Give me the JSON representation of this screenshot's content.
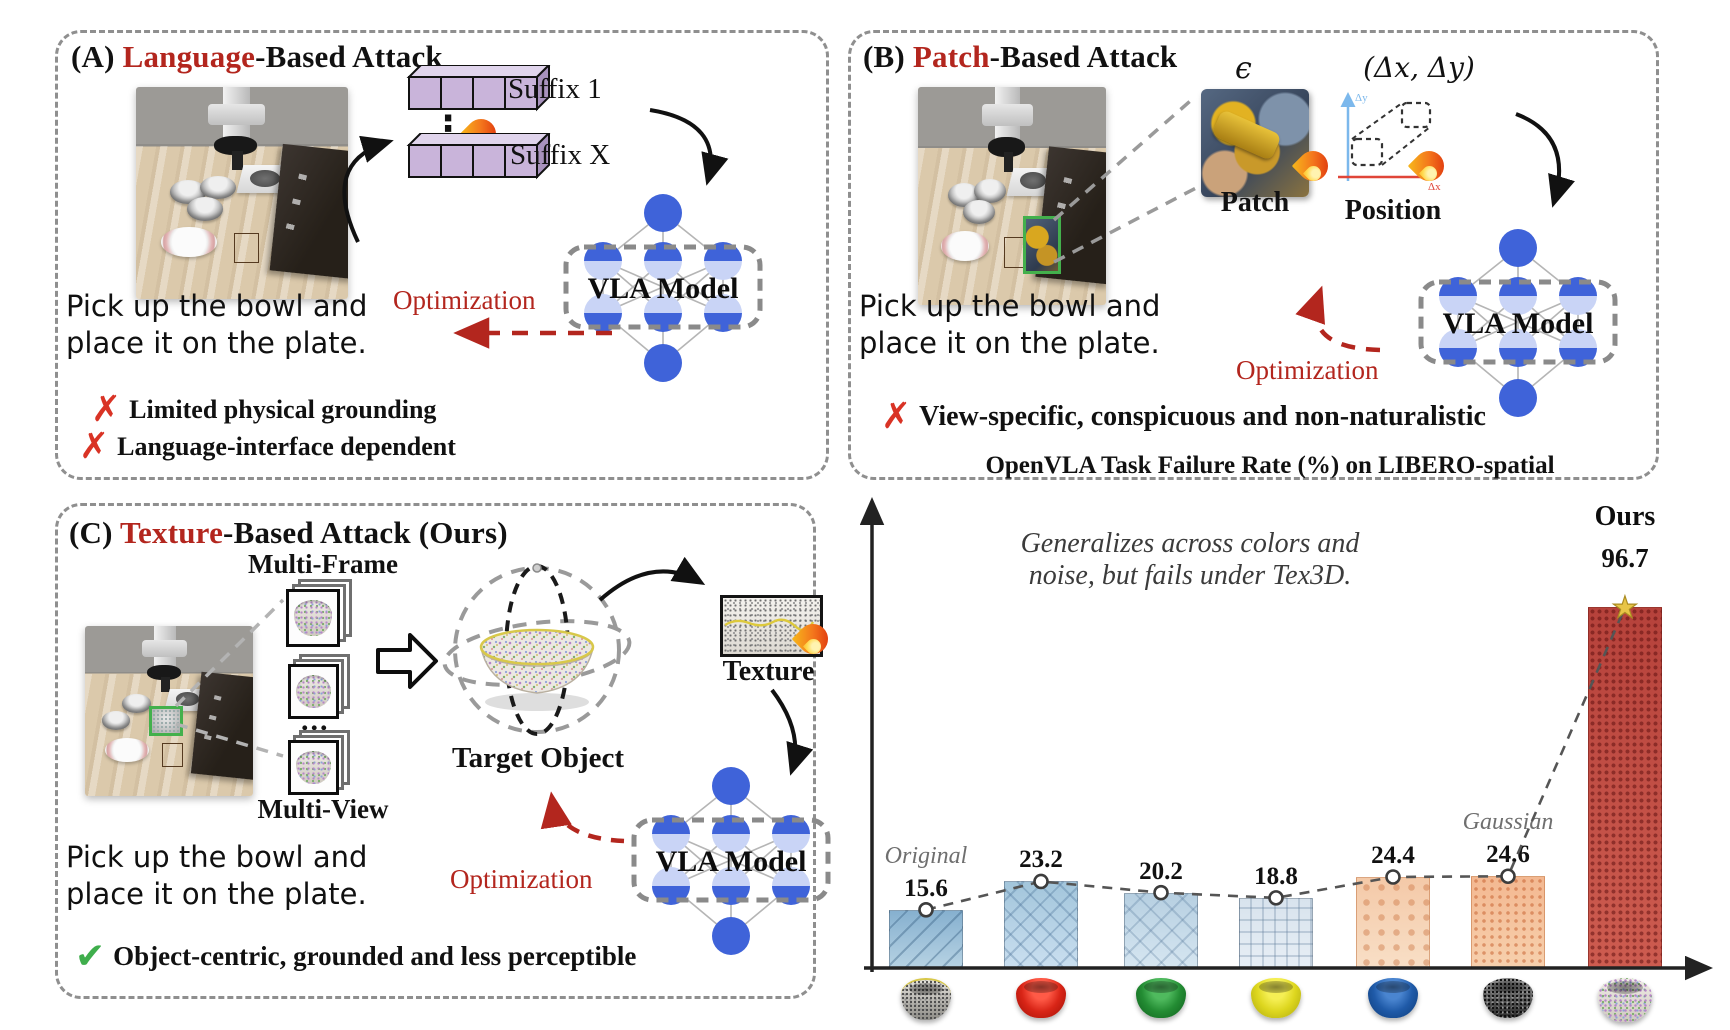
{
  "colors": {
    "accent_red": "#b3261e",
    "cross_red": "#d93325",
    "check_green": "#3fae4c",
    "node_blue": "#3f63d9",
    "node_light_blue": "#c9d4f6",
    "dashed_border_gray": "#8f8f8f",
    "star_gold": "#e8c547"
  },
  "panel_a": {
    "title_prefix": "(A) ",
    "title_highlight": "Language",
    "title_suffix": "-Based Attack",
    "suffix_first": "Suffix 1",
    "suffix_last": "Suffix X",
    "ellipsis": "⋮",
    "vla_label": "VLA Model",
    "optimization_label": "Optimization",
    "instruction": [
      "Pick up the bowl and",
      "place it on the plate."
    ],
    "cross_mark": "✗",
    "cons": [
      "Limited physical grounding",
      "Language-interface dependent"
    ]
  },
  "panel_b": {
    "title_prefix": "(B) ",
    "title_highlight": "Patch",
    "title_suffix": "-Based Attack",
    "epsilon": "ϵ",
    "offset_label": "(Δx, Δy)",
    "axis_y_label": "Δy",
    "axis_x_label": "Δx",
    "patch_label": "Patch",
    "position_label": "Position",
    "vla_label": "VLA Model",
    "optimization_label": "Optimization",
    "instruction": [
      "Pick up the bowl and",
      "place it on the plate."
    ],
    "cross_mark": "✗",
    "cons": [
      "View-specific, conspicuous and non-naturalistic"
    ]
  },
  "panel_c": {
    "title_prefix": "(C) ",
    "title_highlight": "Texture",
    "title_suffix": "-Based Attack (Ours)",
    "multiframe_label": "Multi-Frame",
    "multiview_label": "Multi-View",
    "stack_ellipsis": "...",
    "target_object_label": "Target Object",
    "texture_label": "Texture",
    "vla_label": "VLA Model",
    "optimization_label": "Optimization",
    "instruction": [
      "Pick up the bowl and",
      "place it on the plate."
    ],
    "check_mark": "✔",
    "pros": [
      "Object-centric, grounded and less perceptible"
    ]
  },
  "chart_data": {
    "type": "bar",
    "title": "OpenVLA Task Failure Rate (%) on LIBERO-spatial",
    "annotation": [
      "Generalizes across colors and",
      "noise, but fails under Tex3D."
    ],
    "categories": [
      "adversarial-texture-bowl-original",
      "red-bowl",
      "green-bowl",
      "yellow-bowl",
      "blue-bowl",
      "gaussian-noise-bowl",
      "tex3d-texture-bowl-ours"
    ],
    "values": [
      15.6,
      23.2,
      20.2,
      18.8,
      24.4,
      24.6,
      96.7
    ],
    "bar_tags": [
      {
        "index": 0,
        "label": "Original",
        "style": "italic-gray"
      },
      {
        "index": 5,
        "label": "Gaussian",
        "style": "italic-gray"
      },
      {
        "index": 6,
        "label": "Ours",
        "style": "bold-black"
      }
    ],
    "xlabel": "",
    "ylabel": "",
    "ylim": [
      0,
      100
    ],
    "grid": false,
    "legend_position": "none",
    "trend_line": "dashed-through-bar-tops",
    "marker": "open-circle",
    "last_marker": "gold-star"
  }
}
